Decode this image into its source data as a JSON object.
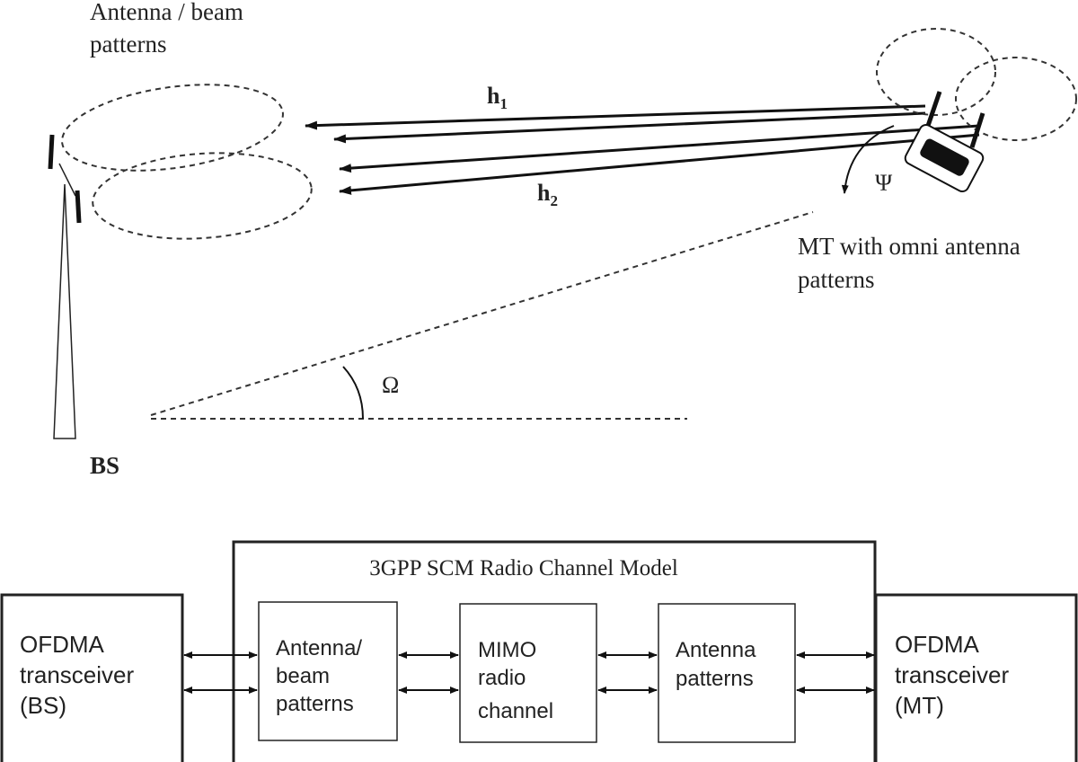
{
  "scene": {
    "beam_label_line1": "Antenna / beam",
    "beam_label_line2": "patterns",
    "h1_base": "h",
    "h1_sub": "1",
    "h2_base": "h",
    "h2_sub": "2",
    "psi": "Ψ",
    "omega": "Ω",
    "mt_label_line1": "MT with omni antenna",
    "mt_label_line2": "patterns",
    "bs_label": "BS"
  },
  "block_diagram": {
    "model_title": "3GPP SCM Radio Channel Model",
    "bs_block": [
      "OFDMA",
      "transceiver",
      "(BS)"
    ],
    "antenna_beam_block": [
      "Antenna/",
      "beam",
      "patterns"
    ],
    "mimo_block": [
      "MIMO",
      "radio",
      "channel"
    ],
    "antenna_patterns_block": [
      "Antenna",
      "patterns"
    ],
    "mt_block": [
      "OFDMA",
      "transceiver",
      "(MT)"
    ]
  }
}
